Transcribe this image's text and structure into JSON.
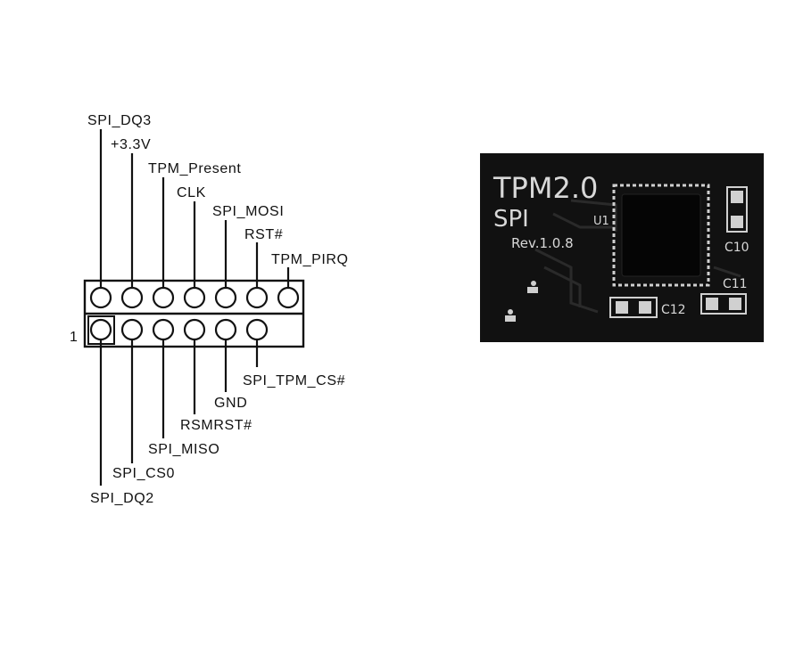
{
  "header": {
    "pin1_label": "1",
    "top_row": [
      "SPI_DQ3",
      "+3.3V",
      "TPM_Present",
      "CLK",
      "SPI_MOSI",
      "RST#",
      "TPM_PIRQ"
    ],
    "bottom_row": [
      "SPI_DQ2",
      "SPI_CS0",
      "SPI_MISO",
      "RSMRST#",
      "GND",
      "SPI_TPM_CS#"
    ]
  },
  "module": {
    "title": "TPM2.0",
    "interface": "SPI",
    "revision": "Rev.1.0.8",
    "chip_ref": "U1",
    "capacitors": [
      "C10",
      "C11",
      "C12"
    ]
  }
}
